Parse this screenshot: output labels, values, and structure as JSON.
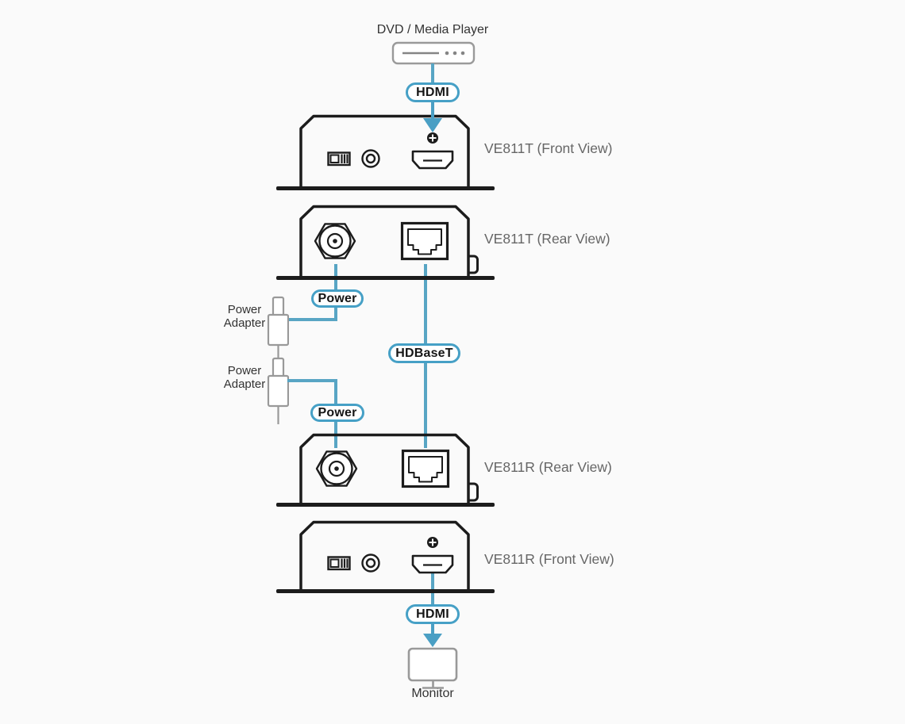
{
  "colors": {
    "background": "#fafafa",
    "cable_blue": "#58a5c4",
    "badge_border_blue": "#46a0c6",
    "device_outline": "#1c1c1c",
    "icon_gray": "#999999",
    "device_label_gray": "#666666",
    "text_dark": "#333333"
  },
  "source": {
    "label": "DVD / Media Player"
  },
  "connections": {
    "hdmi_top": "HDMI",
    "hdbaset": "HDBaseT",
    "power_top": "Power",
    "power_bottom": "Power",
    "hdmi_bottom": "HDMI"
  },
  "devices": [
    {
      "label": "VE811T (Front View)"
    },
    {
      "label": "VE811T (Rear View)"
    },
    {
      "label": "VE811R (Rear View)"
    },
    {
      "label": "VE811R (Front View)"
    }
  ],
  "adapters": [
    {
      "label": "Power Adapter"
    },
    {
      "label": "Power Adapter"
    }
  ],
  "sink": {
    "label": "Monitor"
  }
}
